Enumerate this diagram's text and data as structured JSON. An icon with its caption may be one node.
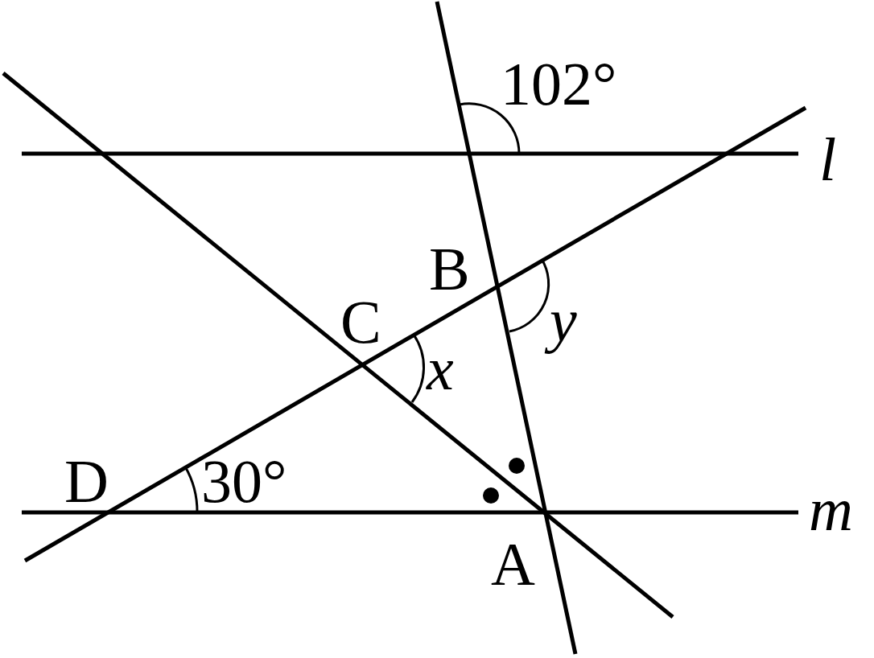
{
  "diagram": {
    "labels": [
      "102°",
      "l",
      "B",
      "C",
      "y",
      "x",
      "D",
      "30°",
      "m",
      "A"
    ]
  }
}
